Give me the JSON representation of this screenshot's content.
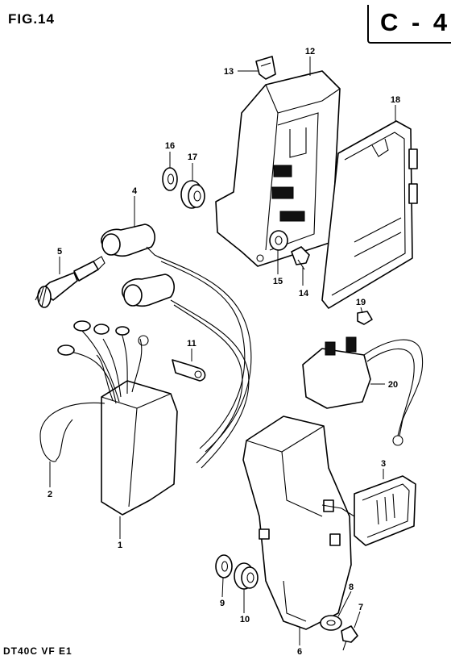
{
  "header": {
    "figure_label": "FIG.14",
    "section_code": "C - 4"
  },
  "footer": {
    "model_code": "DT40C VF E1"
  },
  "callouts": [
    {
      "id": "1",
      "text": "1"
    },
    {
      "id": "2",
      "text": "2"
    },
    {
      "id": "3",
      "text": "3"
    },
    {
      "id": "4",
      "text": "4"
    },
    {
      "id": "5",
      "text": "5"
    },
    {
      "id": "6",
      "text": "6"
    },
    {
      "id": "7",
      "text": "7"
    },
    {
      "id": "8",
      "text": "8"
    },
    {
      "id": "9",
      "text": "9"
    },
    {
      "id": "10",
      "text": "10"
    },
    {
      "id": "11",
      "text": "11"
    },
    {
      "id": "12",
      "text": "12"
    },
    {
      "id": "13",
      "text": "13"
    },
    {
      "id": "14",
      "text": "14"
    },
    {
      "id": "15",
      "text": "15"
    },
    {
      "id": "16",
      "text": "16"
    },
    {
      "id": "17",
      "text": "17"
    },
    {
      "id": "18",
      "text": "18"
    },
    {
      "id": "19",
      "text": "19"
    },
    {
      "id": "20",
      "text": "20"
    }
  ]
}
